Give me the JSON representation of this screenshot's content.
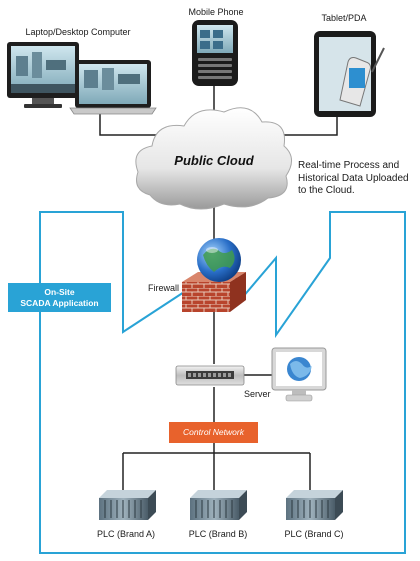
{
  "devices": {
    "laptop_label": "Laptop/Desktop Computer",
    "phone_label": "Mobile Phone",
    "tablet_label": "Tablet/PDA"
  },
  "cloud": {
    "title": "Public Cloud",
    "note": "Real-time Process and Historical Data Uploaded to the Cloud."
  },
  "site": {
    "scada_line1": "On-Site",
    "scada_line2": "SCADA Application"
  },
  "firewall_label": "Firewall",
  "server_label": "Server",
  "control_network_label": "Control Network",
  "plcs": [
    {
      "label": "PLC (Brand A)"
    },
    {
      "label": "PLC (Brand B)"
    },
    {
      "label": "PLC (Brand C)"
    }
  ],
  "colors": {
    "building_outline": "#29a3d6",
    "scada_box": "#29a3d6",
    "control_network": "#e8622c",
    "firewall_brick": "#b8442c",
    "globe": "#2a6fc8",
    "link_line": "#222222"
  },
  "icons": [
    "laptop-icon",
    "desktop-monitor-icon",
    "mobile-phone-icon",
    "tablet-icon",
    "cloud-icon",
    "globe-icon",
    "firewall-icon",
    "server-icon",
    "workstation-icon",
    "plc-icon"
  ]
}
